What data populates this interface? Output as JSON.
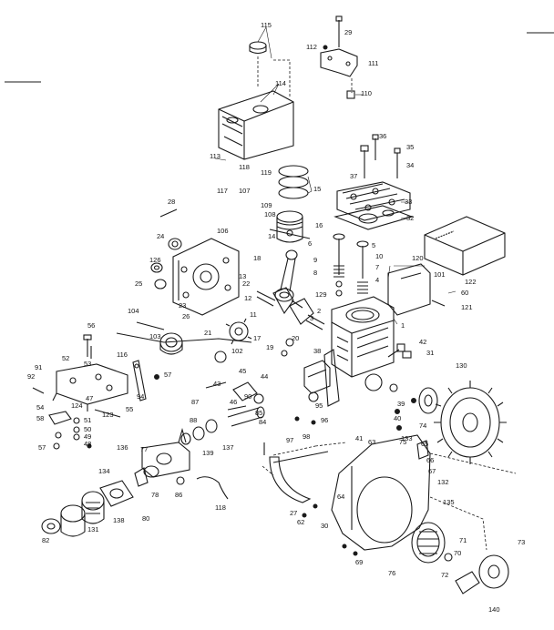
{
  "callouts": [
    {
      "id": "c0",
      "text": "115"
    },
    {
      "id": "c1",
      "text": "29"
    },
    {
      "id": "c2",
      "text": "112"
    },
    {
      "id": "c3",
      "text": "111"
    },
    {
      "id": "c4",
      "text": "114"
    },
    {
      "id": "c5",
      "text": "110"
    },
    {
      "id": "c6",
      "text": "36"
    },
    {
      "id": "c7",
      "text": "35"
    },
    {
      "id": "c8",
      "text": "34"
    },
    {
      "id": "c9",
      "text": "37"
    },
    {
      "id": "c10",
      "text": "113"
    },
    {
      "id": "c11",
      "text": "118"
    },
    {
      "id": "c12",
      "text": "119"
    },
    {
      "id": "c13",
      "text": "15"
    },
    {
      "id": "c14",
      "text": "33"
    },
    {
      "id": "c15",
      "text": "32"
    },
    {
      "id": "c16",
      "text": "109"
    },
    {
      "id": "c17",
      "text": "117"
    },
    {
      "id": "c18",
      "text": "107"
    },
    {
      "id": "c19",
      "text": "108"
    },
    {
      "id": "c20",
      "text": "106"
    },
    {
      "id": "c21",
      "text": "14"
    },
    {
      "id": "c22",
      "text": "16"
    },
    {
      "id": "c23",
      "text": "6"
    },
    {
      "id": "c24",
      "text": "5"
    },
    {
      "id": "c25",
      "text": "10"
    },
    {
      "id": "c26",
      "text": "9"
    },
    {
      "id": "c27",
      "text": "7"
    },
    {
      "id": "c28",
      "text": "8"
    },
    {
      "id": "c29",
      "text": "4"
    },
    {
      "id": "c30",
      "text": "28"
    },
    {
      "id": "c31",
      "text": "24"
    },
    {
      "id": "c32",
      "text": "126"
    },
    {
      "id": "c33",
      "text": "25"
    },
    {
      "id": "c34",
      "text": "23"
    },
    {
      "id": "c35",
      "text": "26"
    },
    {
      "id": "c36",
      "text": "13"
    },
    {
      "id": "c37",
      "text": "18"
    },
    {
      "id": "c38",
      "text": "120"
    },
    {
      "id": "c39",
      "text": "101"
    },
    {
      "id": "c40",
      "text": "122"
    },
    {
      "id": "c41",
      "text": "60"
    },
    {
      "id": "c42",
      "text": "121"
    },
    {
      "id": "c43",
      "text": "22"
    },
    {
      "id": "c44",
      "text": "12"
    },
    {
      "id": "c45",
      "text": "11"
    },
    {
      "id": "c46",
      "text": "129"
    },
    {
      "id": "c47",
      "text": "2"
    },
    {
      "id": "c48",
      "text": "3"
    },
    {
      "id": "c49",
      "text": "1"
    },
    {
      "id": "c50",
      "text": "104"
    },
    {
      "id": "c51",
      "text": "103"
    },
    {
      "id": "c52",
      "text": "56"
    },
    {
      "id": "c53",
      "text": "116"
    },
    {
      "id": "c54",
      "text": "102"
    },
    {
      "id": "c55",
      "text": "21"
    },
    {
      "id": "c56",
      "text": "17"
    },
    {
      "id": "c57",
      "text": "19"
    },
    {
      "id": "c58",
      "text": "20"
    },
    {
      "id": "c59",
      "text": "38"
    },
    {
      "id": "c60",
      "text": "42"
    },
    {
      "id": "c61",
      "text": "31"
    },
    {
      "id": "c62",
      "text": "130"
    },
    {
      "id": "c63",
      "text": "52"
    },
    {
      "id": "c64",
      "text": "53"
    },
    {
      "id": "c65",
      "text": "57"
    },
    {
      "id": "c66",
      "text": "91"
    },
    {
      "id": "c67",
      "text": "92"
    },
    {
      "id": "c68",
      "text": "124"
    },
    {
      "id": "c69",
      "text": "123"
    },
    {
      "id": "c70",
      "text": "55"
    },
    {
      "id": "c71",
      "text": "54"
    },
    {
      "id": "c72",
      "text": "51"
    },
    {
      "id": "c73",
      "text": "50"
    },
    {
      "id": "c74",
      "text": "49"
    },
    {
      "id": "c75",
      "text": "48"
    },
    {
      "id": "c76",
      "text": "58"
    },
    {
      "id": "c77",
      "text": "57"
    },
    {
      "id": "c78",
      "text": "45"
    },
    {
      "id": "c79",
      "text": "44"
    },
    {
      "id": "c80",
      "text": "46"
    },
    {
      "id": "c81",
      "text": "43"
    },
    {
      "id": "c82",
      "text": "87"
    },
    {
      "id": "c83",
      "text": "84"
    },
    {
      "id": "c84",
      "text": "88"
    },
    {
      "id": "c85",
      "text": "137"
    },
    {
      "id": "c86",
      "text": "39"
    },
    {
      "id": "c87",
      "text": "97"
    },
    {
      "id": "c88",
      "text": "95"
    },
    {
      "id": "c89",
      "text": "96"
    },
    {
      "id": "c90",
      "text": "98"
    },
    {
      "id": "c91",
      "text": "40"
    },
    {
      "id": "c92",
      "text": "74"
    },
    {
      "id": "c93",
      "text": "75"
    },
    {
      "id": "c94",
      "text": "41"
    },
    {
      "id": "c95",
      "text": "63"
    },
    {
      "id": "c96",
      "text": "65"
    },
    {
      "id": "c97",
      "text": "66"
    },
    {
      "id": "c98",
      "text": "67"
    },
    {
      "id": "c99",
      "text": "133"
    },
    {
      "id": "c100",
      "text": "132"
    },
    {
      "id": "c101",
      "text": "135"
    },
    {
      "id": "c102",
      "text": "139"
    },
    {
      "id": "c103",
      "text": "136"
    },
    {
      "id": "c104",
      "text": "77"
    },
    {
      "id": "c105",
      "text": "134"
    },
    {
      "id": "c106",
      "text": "78"
    },
    {
      "id": "c107",
      "text": "86"
    },
    {
      "id": "c108",
      "text": "118"
    },
    {
      "id": "c109",
      "text": "80"
    },
    {
      "id": "c110",
      "text": "138"
    },
    {
      "id": "c111",
      "text": "131"
    },
    {
      "id": "c112",
      "text": "82"
    },
    {
      "id": "c113",
      "text": "64"
    },
    {
      "id": "c114",
      "text": "27"
    },
    {
      "id": "c115",
      "text": "62"
    },
    {
      "id": "c116",
      "text": "30"
    },
    {
      "id": "c117",
      "text": "69"
    },
    {
      "id": "c118",
      "text": "76"
    },
    {
      "id": "c119",
      "text": "71"
    },
    {
      "id": "c120",
      "text": "73"
    },
    {
      "id": "c121",
      "text": "70"
    },
    {
      "id": "c122",
      "text": "72"
    },
    {
      "id": "c123",
      "text": "140"
    },
    {
      "id": "c124",
      "text": "94"
    },
    {
      "id": "c125",
      "text": "47"
    },
    {
      "id": "c126",
      "text": "90"
    },
    {
      "id": "c127",
      "text": "85"
    }
  ]
}
